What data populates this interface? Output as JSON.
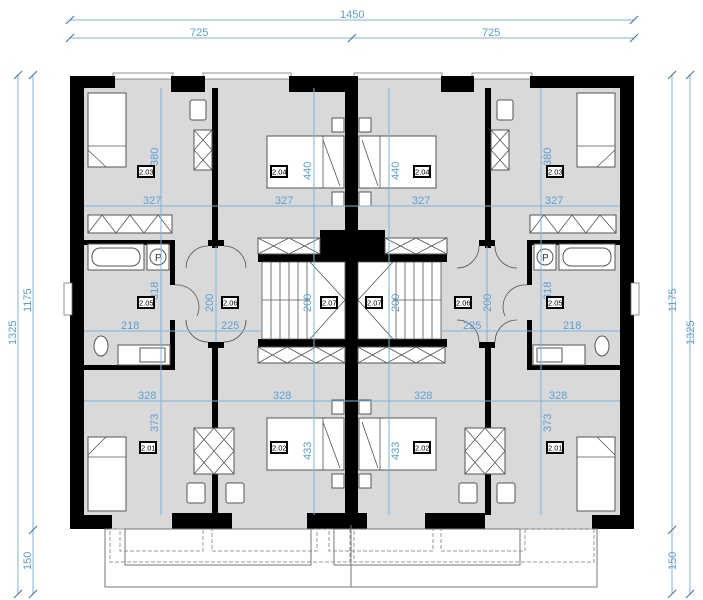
{
  "drawing": {
    "type": "architectural floor plan",
    "level": "2",
    "overall_dims": {
      "total_width": "1450",
      "half_left": "725",
      "half_right": "725",
      "total_depth": "1325",
      "building_depth": "1175",
      "balcony_depth": "150"
    },
    "left_dims": {
      "outer": "1325",
      "inner": "1175",
      "balcony": "150"
    },
    "right_dims": {
      "outer": "1325",
      "inner": "1175",
      "balcony": "150"
    },
    "rooms": [
      {
        "id": "2.03",
        "side": "left",
        "dims": {
          "width": "327",
          "depth": "380"
        }
      },
      {
        "id": "2.04",
        "side": "left",
        "dims": {
          "width": "327",
          "depth": "440"
        }
      },
      {
        "id": "2.04",
        "side": "right",
        "dims": {
          "width": "327",
          "depth": "440"
        }
      },
      {
        "id": "2.03",
        "side": "right",
        "dims": {
          "width": "327",
          "depth": "380"
        }
      },
      {
        "id": "2.05",
        "side": "left",
        "dims": {
          "width": "218",
          "depth": "318"
        }
      },
      {
        "id": "2.06",
        "side": "left",
        "dims": {
          "width": "225",
          "depth": "200"
        }
      },
      {
        "id": "2.07",
        "side": "left",
        "dims": {
          "depth": "200"
        }
      },
      {
        "id": "2.07",
        "side": "right",
        "dims": {
          "depth": "200"
        }
      },
      {
        "id": "2.06",
        "side": "right",
        "dims": {
          "width": "225",
          "depth": "200"
        }
      },
      {
        "id": "2.05",
        "side": "right",
        "dims": {
          "width": "218",
          "depth": "318"
        }
      },
      {
        "id": "2.01",
        "side": "left",
        "dims": {
          "width": "328",
          "depth": "373"
        }
      },
      {
        "id": "2.02",
        "side": "left",
        "dims": {
          "width": "328",
          "depth": "433"
        }
      },
      {
        "id": "2.02",
        "side": "right",
        "dims": {
          "width": "328",
          "depth": "433"
        }
      },
      {
        "id": "2.01",
        "side": "right",
        "dims": {
          "width": "328",
          "depth": "373"
        }
      }
    ],
    "labels": {
      "w1450": "1450",
      "w725a": "725",
      "w725b": "725",
      "h1325l": "1325",
      "h1175l": "1175",
      "h150l": "150",
      "h1325r": "1325",
      "h1175r": "1175",
      "h150r": "150",
      "r203l": "2.03",
      "r204l": "2.04",
      "r204r": "2.04",
      "r203r": "2.03",
      "r205l": "2.05",
      "r206l": "2.06",
      "r207l": "2.07",
      "r207r": "2.07",
      "r206r": "2.06",
      "r205r": "2.05",
      "r201l": "2.01",
      "r202l": "2.02",
      "r202r": "2.02",
      "r201r": "2.01",
      "d327a": "327",
      "d327b": "327",
      "d327c": "327",
      "d327d": "327",
      "d328a": "328",
      "d328b": "328",
      "d328c": "328",
      "d328d": "328",
      "d380l": "380",
      "d440l": "440",
      "d440r": "440",
      "d380r": "380",
      "d318l": "318",
      "d200a": "200",
      "d200b": "200",
      "d200c": "200",
      "d200d": "200",
      "d318r": "318",
      "d218l": "218",
      "d225l": "225",
      "d225r": "225",
      "d218r": "218",
      "d373l": "373",
      "d433l": "433",
      "d433r": "433",
      "d373r": "373",
      "pL": "P",
      "pR": "P"
    },
    "colors": {
      "floor": "#d9d9d9",
      "wall": "#000000",
      "dimension": "#5b9fd3"
    }
  }
}
